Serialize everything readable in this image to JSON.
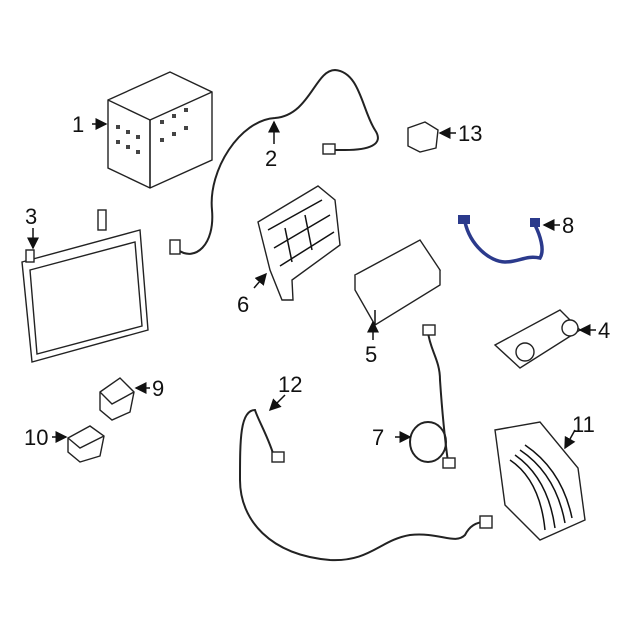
{
  "diagram": {
    "callouts": [
      "1",
      "2",
      "3",
      "4",
      "5",
      "6",
      "7",
      "8",
      "9",
      "10",
      "11",
      "12",
      "13"
    ],
    "highlight_color": "#2b3a8c"
  }
}
